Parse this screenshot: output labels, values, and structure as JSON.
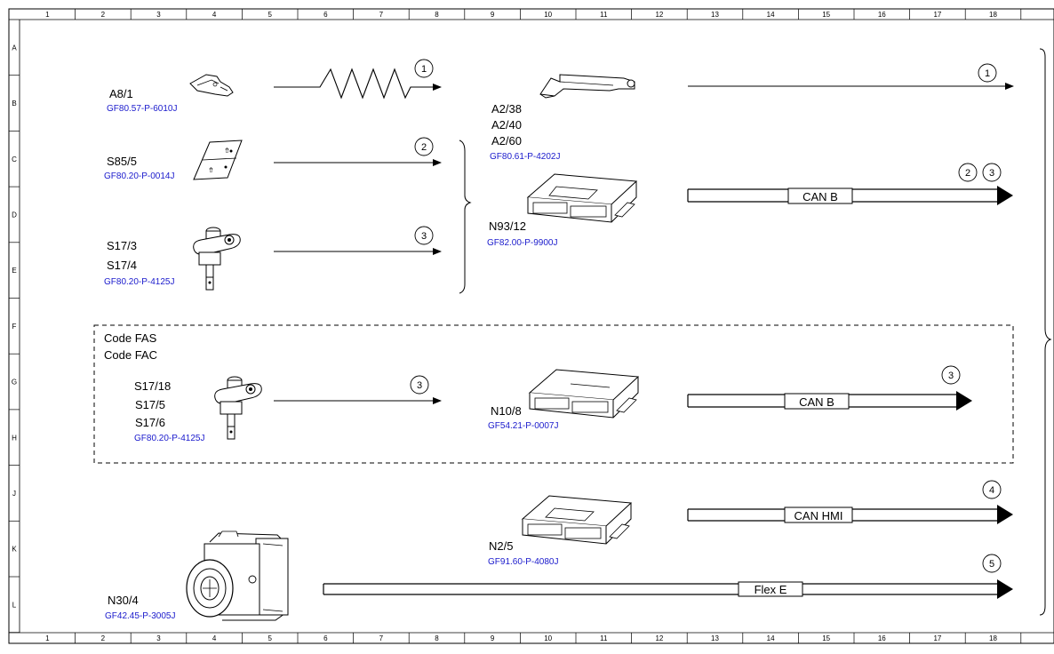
{
  "grid": {
    "columns": [
      "1",
      "2",
      "3",
      "4",
      "5",
      "6",
      "7",
      "8",
      "9",
      "10",
      "11",
      "12",
      "13",
      "14",
      "15",
      "16",
      "17",
      "18"
    ],
    "rows": [
      "A",
      "B",
      "C",
      "D",
      "E",
      "F",
      "G",
      "H",
      "J",
      "K",
      "L"
    ]
  },
  "inputs": {
    "a8_1": {
      "labels": [
        "A8/1"
      ],
      "ref": "GF80.57-P-6010J",
      "signal": "1"
    },
    "s85_5": {
      "labels": [
        "S85/5"
      ],
      "ref": "GF80.20-P-0014J",
      "signal": "2"
    },
    "s17_3": {
      "labels": [
        "S17/3",
        "S17/4"
      ],
      "ref": "GF80.20-P-4125J",
      "signal": "3"
    }
  },
  "modules": {
    "a2": {
      "labels": [
        "A2/38",
        "A2/40",
        "A2/60"
      ],
      "ref": "GF80.61-P-4202J",
      "signal": "1"
    },
    "n93_12": {
      "labels": [
        "N93/12"
      ],
      "ref": "GF82.00-P-9900J",
      "bus": "CAN B",
      "signals": [
        "2",
        "3"
      ]
    }
  },
  "option_group": {
    "codes": [
      "Code FAS",
      "Code FAC"
    ],
    "switch": {
      "labels": [
        "S17/18",
        "S17/5",
        "S17/6"
      ],
      "ref": "GF80.20-P-4125J",
      "signal": "3"
    },
    "module": {
      "labels": [
        "N10/8"
      ],
      "ref": "GF54.21-P-0007J",
      "bus": "CAN B",
      "signal": "3"
    }
  },
  "n2_5": {
    "labels": [
      "N2/5"
    ],
    "ref": "GF91.60-P-4080J",
    "bus": "CAN HMI",
    "signal": "4"
  },
  "n30_4": {
    "labels": [
      "N30/4"
    ],
    "ref": "GF42.45-P-3005J",
    "bus": "Flex E",
    "signal": "5"
  },
  "colors": {
    "ref_text": "#1a1acc",
    "line": "#000000",
    "background": "#ffffff"
  }
}
